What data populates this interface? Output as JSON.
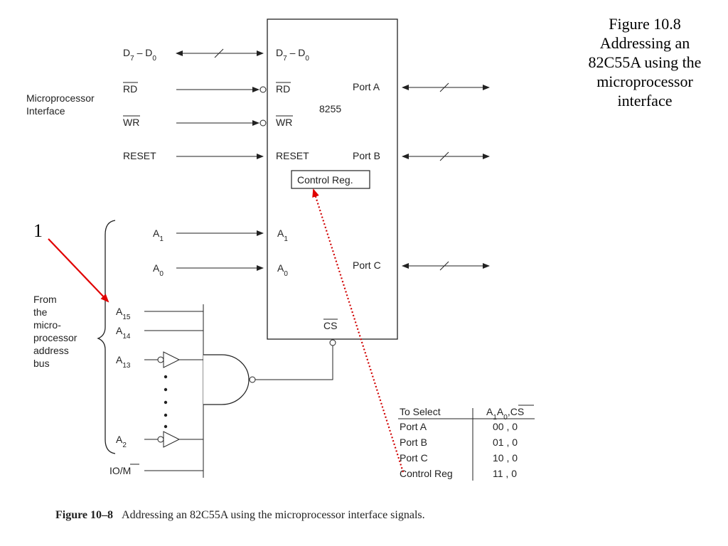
{
  "side_caption": {
    "lines": [
      "Figure 10.8",
      "Addressing an",
      "82C55A using the",
      "microprocessor",
      "interface"
    ]
  },
  "annotation": {
    "number": "1"
  },
  "left_labels": {
    "microprocessor_interface": [
      "Microprocessor",
      "Interface"
    ],
    "from_bus": [
      "From",
      "the",
      "micro-",
      "processor",
      "address",
      "bus"
    ]
  },
  "bottom_caption": {
    "figure_number": "Figure 10–8",
    "text": "Addressing an 82C55A using the microprocessor interface signals."
  },
  "select_table": {
    "headers": [
      "To Select",
      "A₁A₀,CS"
    ],
    "rows": [
      [
        "Port A",
        "00 , 0"
      ],
      [
        "Port B",
        "01 , 0"
      ],
      [
        "Port C",
        "10 , 0"
      ],
      [
        "Control Reg",
        "11 , 0"
      ]
    ]
  },
  "chip": {
    "name": "8255",
    "control_reg": "Control Reg.",
    "ports": [
      "Port A",
      "Port B",
      "Port C"
    ]
  }
}
